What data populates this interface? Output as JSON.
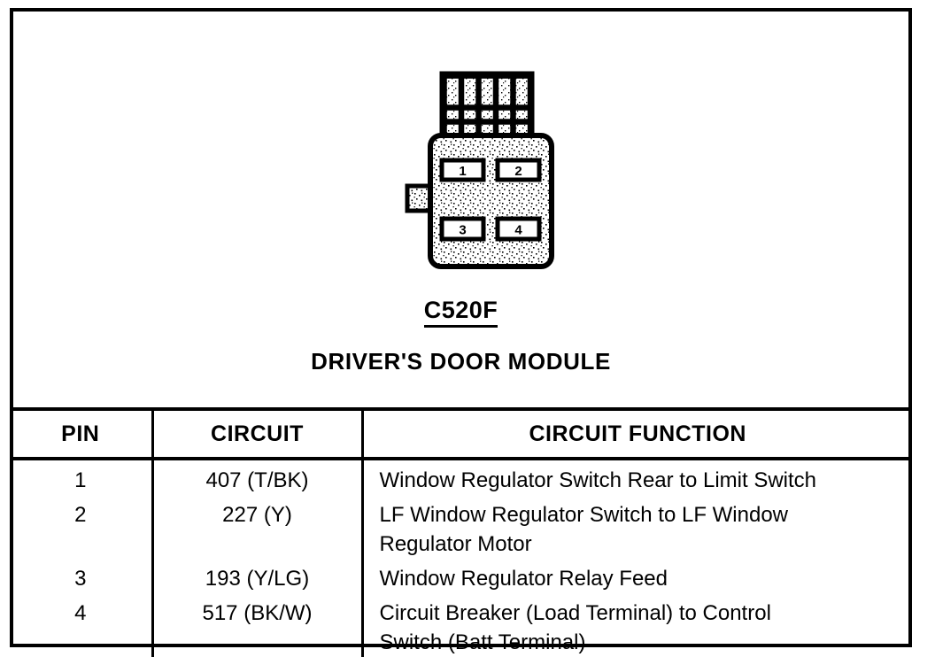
{
  "figure": {
    "connector_id": "C520F",
    "module_name": "DRIVER'S DOOR MODULE",
    "pin_labels": [
      "1",
      "2",
      "3",
      "4"
    ],
    "colors": {
      "outline": "#000000",
      "body_fill": "#ffffff",
      "stipple": "#000000",
      "background": "#ffffff"
    }
  },
  "table": {
    "headers": {
      "pin": "PIN",
      "circuit": "CIRCUIT",
      "function": "CIRCUIT FUNCTION"
    },
    "rows": [
      {
        "pin": "1",
        "circuit": "407 (T/BK)",
        "function_lines": [
          "Window Regulator Switch Rear to Limit Switch"
        ]
      },
      {
        "pin": "2",
        "circuit": "227 (Y)",
        "function_lines": [
          "LF Window Regulator Switch to LF Window",
          "Regulator Motor"
        ]
      },
      {
        "pin": "3",
        "circuit": "193 (Y/LG)",
        "function_lines": [
          "Window Regulator Relay Feed"
        ]
      },
      {
        "pin": "4",
        "circuit": "517 (BK/W)",
        "function_lines": [
          "Circuit Breaker (Load Terminal) to Control",
          "Switch (Batt Terminal)"
        ]
      }
    ]
  }
}
